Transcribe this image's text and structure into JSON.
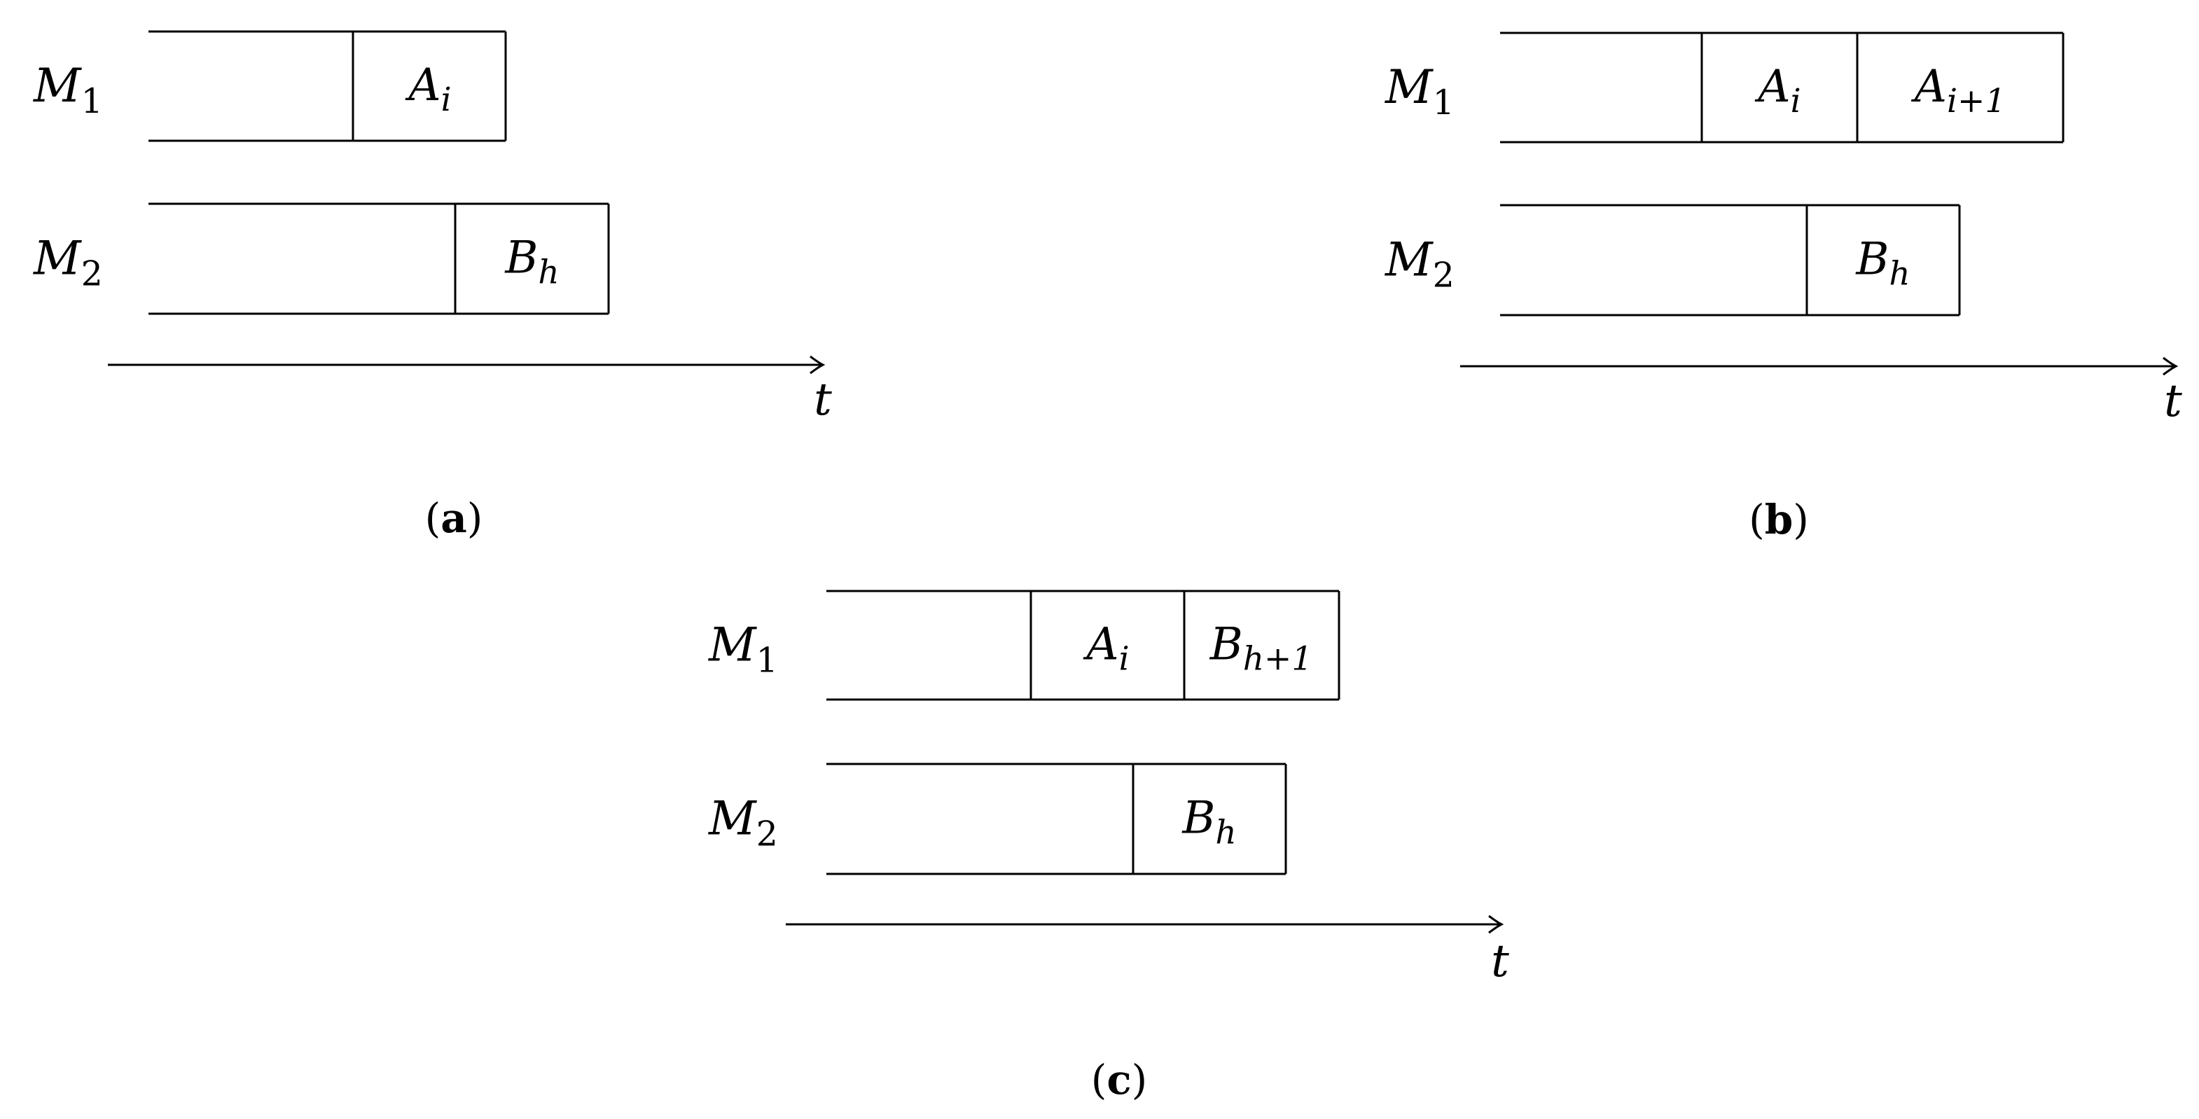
{
  "panels": [
    {
      "id": "a",
      "caption_letter": "a",
      "rows": [
        {
          "machine": "M",
          "machine_sub": "1",
          "blocks": [
            {
              "label": "A",
              "sub": "i",
              "sub_italic": true
            }
          ]
        },
        {
          "machine": "M",
          "machine_sub": "2",
          "blocks": [
            {
              "label": "B",
              "sub": "h",
              "sub_italic": true
            }
          ]
        }
      ],
      "axis_label": "t"
    },
    {
      "id": "b",
      "caption_letter": "b",
      "rows": [
        {
          "machine": "M",
          "machine_sub": "1",
          "blocks": [
            {
              "label": "A",
              "sub": "i",
              "sub_italic": true
            },
            {
              "label": "A",
              "sub": "i+1",
              "sub_italic": true
            }
          ]
        },
        {
          "machine": "M",
          "machine_sub": "2",
          "blocks": [
            {
              "label": "B",
              "sub": "h",
              "sub_italic": true
            }
          ]
        }
      ],
      "axis_label": "t"
    },
    {
      "id": "c",
      "caption_letter": "c",
      "rows": [
        {
          "machine": "M",
          "machine_sub": "1",
          "blocks": [
            {
              "label": "A",
              "sub": "i",
              "sub_italic": true
            },
            {
              "label": "B",
              "sub": "h+1",
              "sub_italic": true
            }
          ]
        },
        {
          "machine": "M",
          "machine_sub": "2",
          "blocks": [
            {
              "label": "B",
              "sub": "h",
              "sub_italic": true
            }
          ]
        }
      ],
      "axis_label": "t"
    }
  ]
}
